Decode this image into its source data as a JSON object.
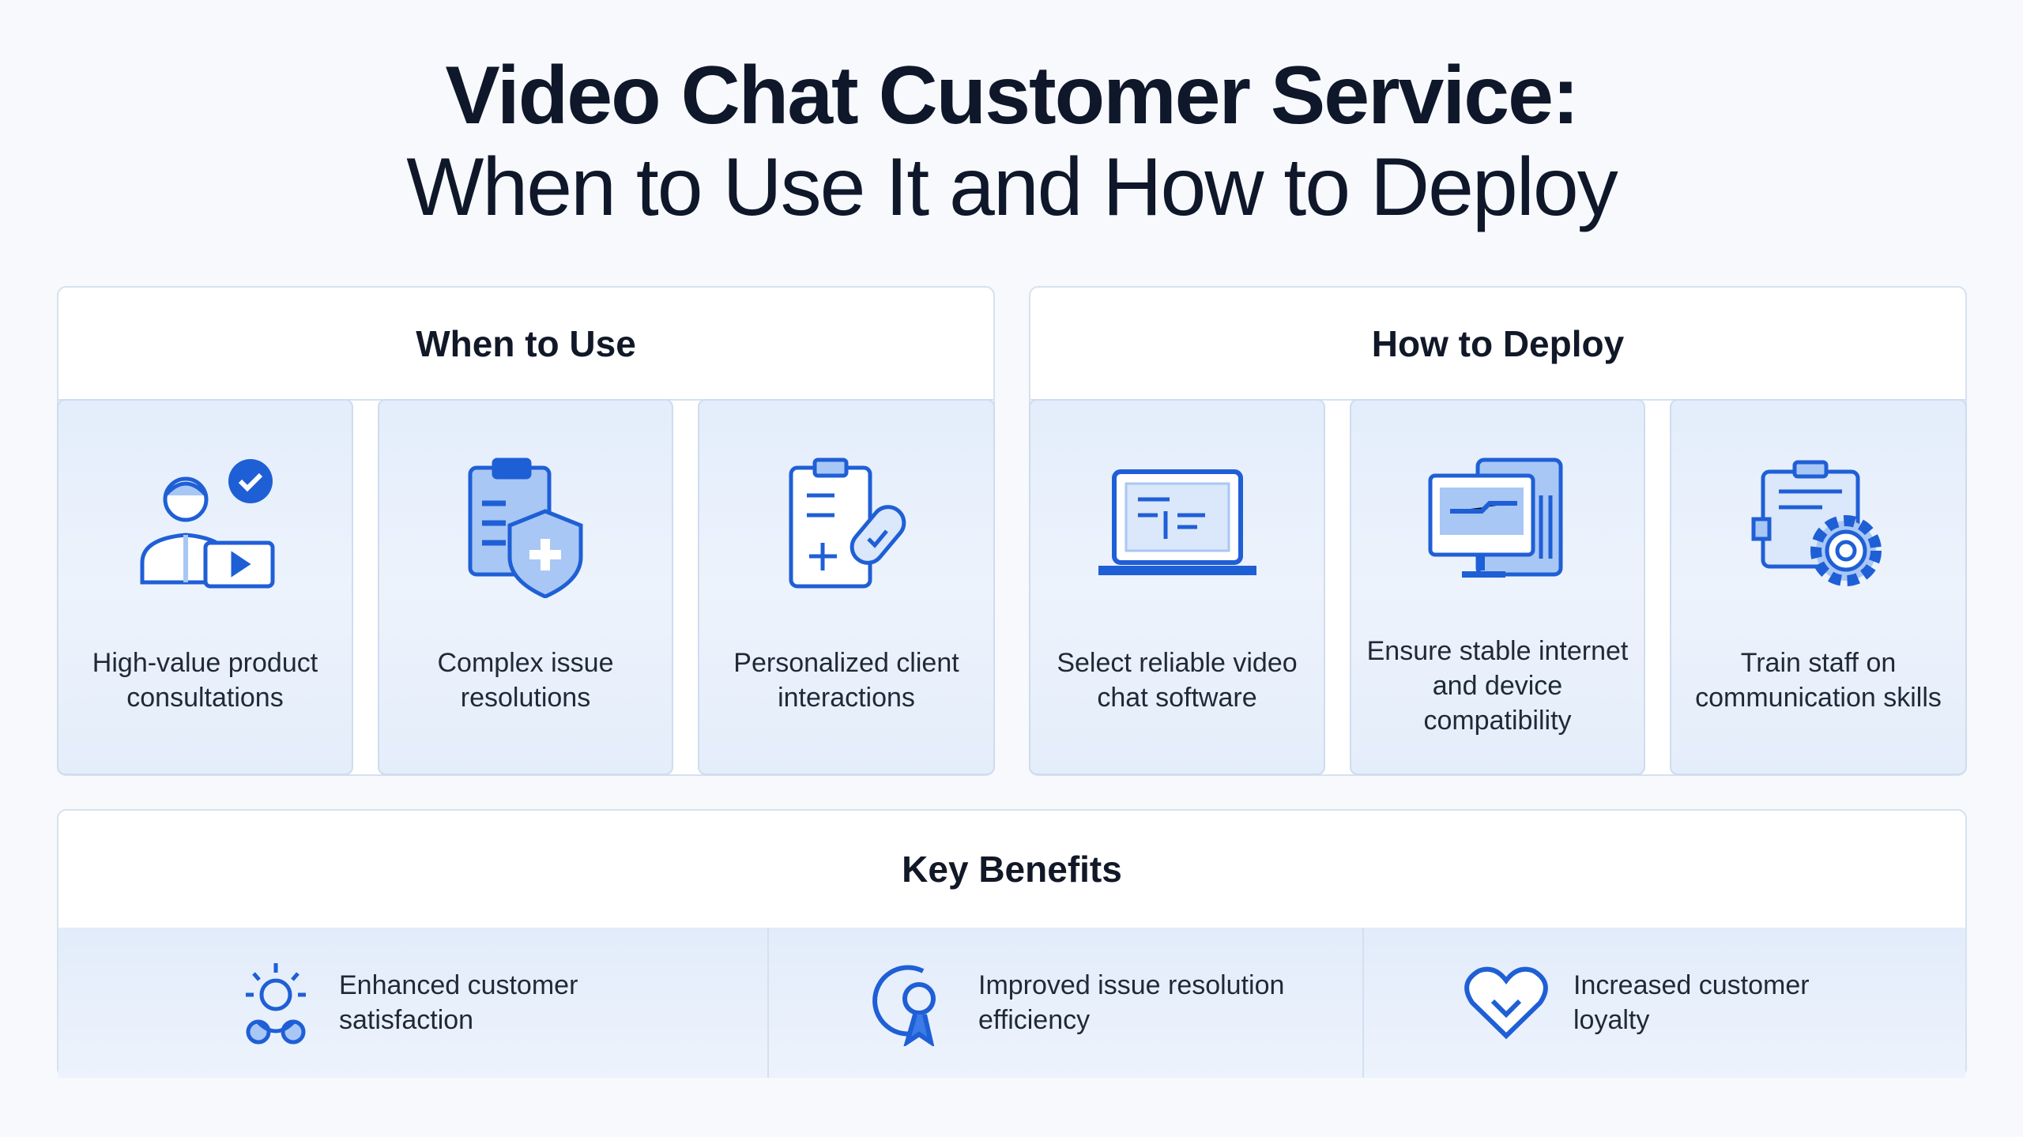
{
  "title": {
    "line1": "Video Chat Customer Service:",
    "line2": "When to Use It and How to Deploy"
  },
  "when": {
    "heading": "When to Use",
    "items": [
      {
        "label": "High-value product consultations",
        "icon": "user-video-check-icon"
      },
      {
        "label": "Complex issue resolutions",
        "icon": "clipboard-shield-icon"
      },
      {
        "label": "Personalized client interactions",
        "icon": "clipboard-link-icon"
      }
    ]
  },
  "deploy": {
    "heading": "How to Deploy",
    "items": [
      {
        "label": "Select reliable video chat software",
        "icon": "laptop-icon"
      },
      {
        "label": "Ensure stable internet and device compatibility",
        "icon": "monitor-devices-icon"
      },
      {
        "label": "Train staff on communication skills",
        "icon": "folder-gear-icon"
      }
    ]
  },
  "benefits": {
    "heading": "Key Benefits",
    "items": [
      {
        "label": "Enhanced customer satisfaction",
        "icon": "people-sun-icon"
      },
      {
        "label": "Improved issue resolution efficiency",
        "icon": "search-award-icon"
      },
      {
        "label": "Increased customer loyalty",
        "icon": "heart-check-icon"
      }
    ]
  },
  "colors": {
    "accent": "#1f5fd6",
    "light": "#a9c7f5"
  }
}
